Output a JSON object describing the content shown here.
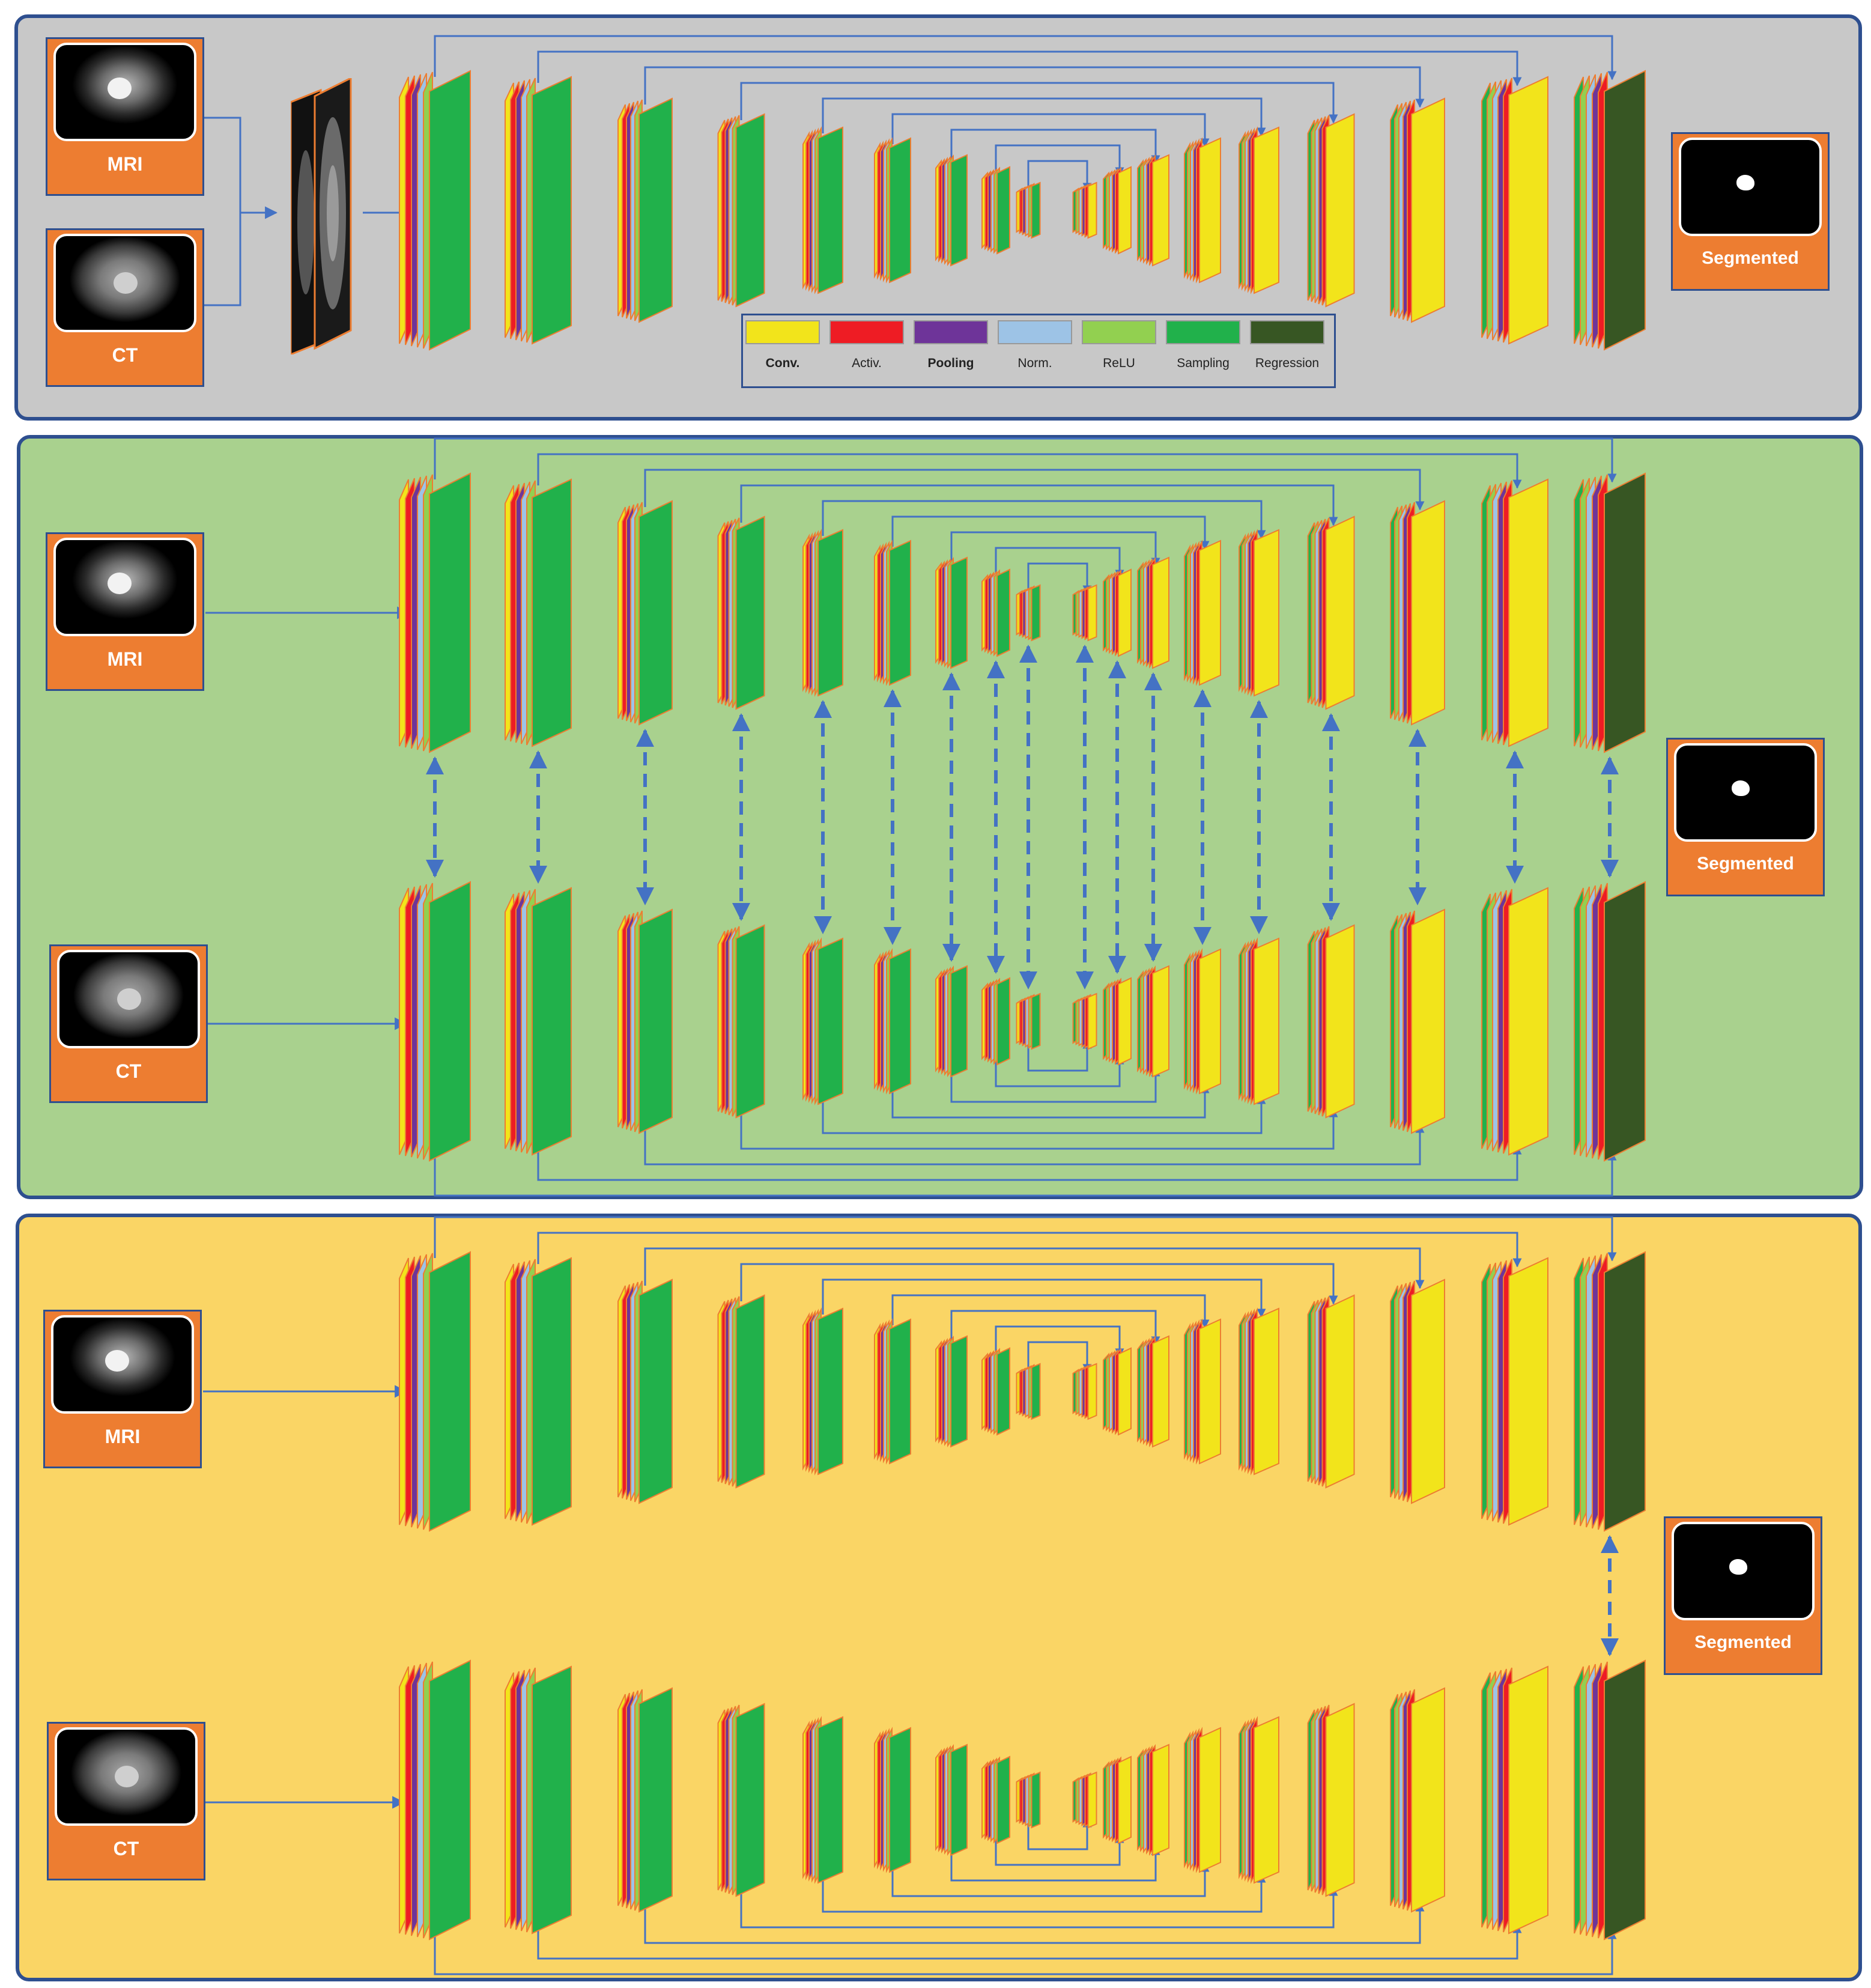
{
  "inputs": {
    "mri": "MRI",
    "ct": "CT",
    "output": "Segmented"
  },
  "legend": [
    {
      "label": "Conv.",
      "color": "#f2e41b",
      "bold": true
    },
    {
      "label": "Activ.",
      "color": "#ee1c24",
      "bold": false
    },
    {
      "label": "Pooling",
      "color": "#6e3499",
      "bold": true
    },
    {
      "label": "Norm.",
      "color": "#9dc3e6",
      "bold": false
    },
    {
      "label": "ReLU",
      "color": "#92d050",
      "bold": false
    },
    {
      "label": "Sampling",
      "color": "#21b14b",
      "bold": false
    },
    {
      "label": "Regression",
      "color": "#375623",
      "bold": false
    }
  ],
  "colors": {
    "panel_top": "#c8c8c8",
    "panel_middle": "#a9d18e",
    "panel_bottom": "#fad565",
    "accent": "#ed7d31",
    "arrow": "#4472c4",
    "border": "#2e4f8f"
  },
  "encoder_order": [
    "Conv.",
    "Activ.",
    "Pooling",
    "Norm.",
    "ReLU",
    "Sampling"
  ],
  "decoder_order": [
    "Sampling",
    "ReLU",
    "Norm.",
    "Pooling",
    "Activ.",
    "Conv."
  ]
}
